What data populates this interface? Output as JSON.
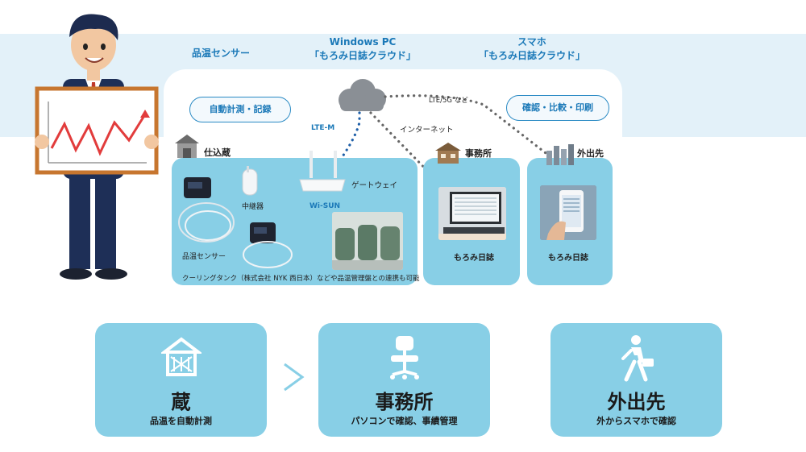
{
  "header": {
    "sensor_title": "品温センサー",
    "pc_title_1": "Windows PC",
    "pc_title_2": "「もろみ日誌クラウド」",
    "phone_title_1": "スマホ",
    "phone_title_2": "「もろみ日誌クラウド」"
  },
  "pills": {
    "auto": "自動計測・記録",
    "confirm": "確認・比較・印刷"
  },
  "network": {
    "lte_m": "LTE-M",
    "internet": "インターネット",
    "lte5g": "LTE/5G など",
    "wisun": "Wi-SUN",
    "gateway": "ゲートウェイ",
    "relay": "中継器"
  },
  "zones": {
    "kura": {
      "title": "仕込蔵",
      "sensor_label": "品温センサー",
      "caption": "クーリングタンク（株式会社 NYK 西日本）などや品温管理盤との連携も可能"
    },
    "office": {
      "title": "事務所",
      "caption": "もろみ日誌"
    },
    "outside": {
      "title": "外出先",
      "caption": "もろみ日誌"
    }
  },
  "cards": [
    {
      "title": "蔵",
      "subtitle": "品温を自動計測",
      "icon": "warehouse-icon"
    },
    {
      "title": "事務所",
      "subtitle": "パソコンで確認、事績管理",
      "icon": "office-chair-icon"
    },
    {
      "title": "外出先",
      "subtitle": "外からスマホで確認",
      "icon": "walking-businessman-icon"
    }
  ],
  "arrow": ">",
  "colors": {
    "accent": "#1b79b8",
    "zone": "#88cfe6",
    "band": "#e3f1f9",
    "dots": "#1e5fa8",
    "grey_dots": "#666666"
  }
}
